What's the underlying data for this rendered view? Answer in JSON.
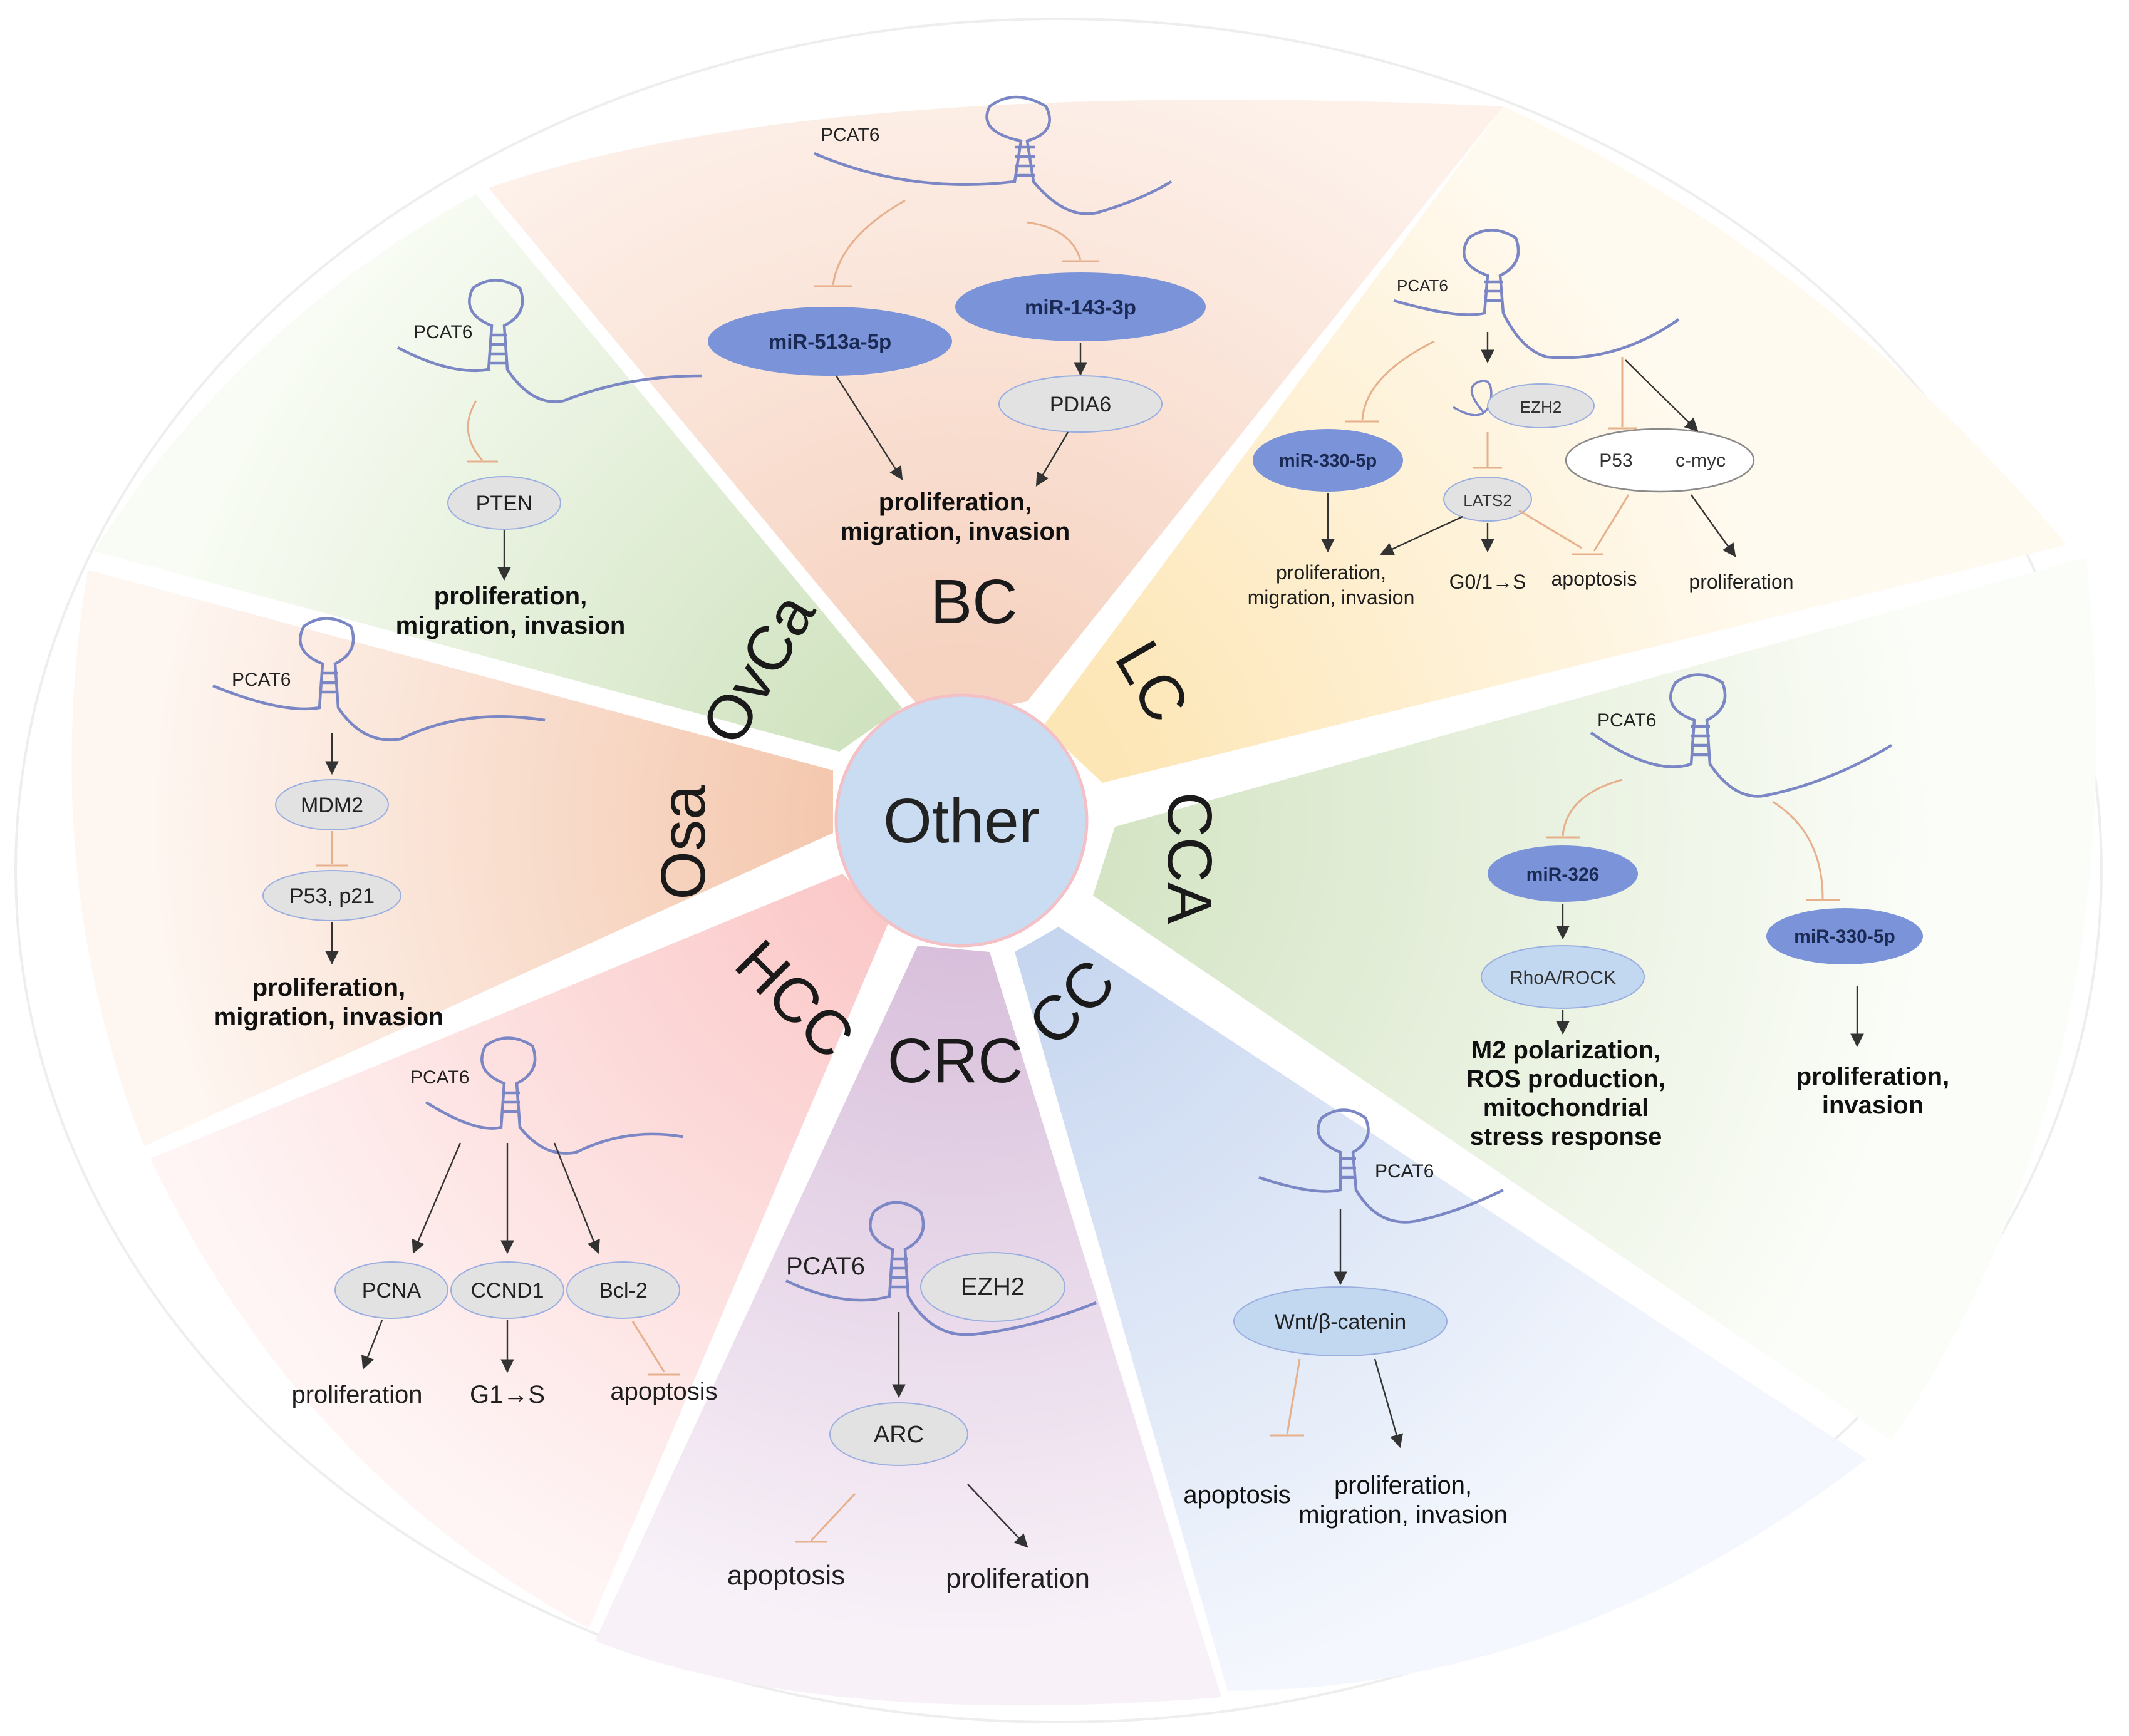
{
  "diagram": {
    "center_label": "Other",
    "colors": {
      "BC": "#f6d8c8",
      "LC": "#fde8bf",
      "CCA": "#dbe8cf",
      "CC": "#c9d7ee",
      "CRC": "#ddc7df",
      "HCC": "#fbcfcf",
      "Osa": "#f5cdb6",
      "OvCa": "#d5e6c6",
      "node_dark": "#7b93d8",
      "node_grey": "#e2e2e2",
      "inhibit": "#e6b08c",
      "rna": "#7b86c4"
    },
    "sectors": {
      "BC": {
        "region": "BC",
        "lncrna": "PCAT6",
        "nodes": {
          "mir513": "miR-513a-5p",
          "mir143": "miR-143-3p",
          "pdia6": "PDIA6"
        },
        "outcomes": [
          "proliferation,",
          "migration, invasion"
        ]
      },
      "LC": {
        "region": "LC",
        "lncrna": "PCAT6",
        "nodes": {
          "mir330": "miR-330-5p",
          "ezh2": "EZH2",
          "lats2": "LATS2",
          "p53": "P53",
          "cmyc": "c-myc"
        },
        "outcomes": {
          "prolif_a": "proliferation,",
          "prolif_b": "migration, invasion",
          "cell_cycle": "G0/1→S",
          "apoptosis": "apoptosis",
          "proliferation": "proliferation"
        }
      },
      "CCA": {
        "region": "CCA",
        "lncrna": "PCAT6",
        "nodes": {
          "mir326": "miR-326",
          "rhoa": "RhoA/ROCK",
          "mir330": "miR-330-5p"
        },
        "outcomes": {
          "left": [
            "M2 polarization,",
            "ROS production,",
            "mitochondrial",
            "stress  response"
          ],
          "right": [
            "proliferation,",
            "invasion"
          ]
        }
      },
      "CC": {
        "region": "CC",
        "lncrna": "PCAT6",
        "nodes": {
          "wnt": "Wnt/β-catenin"
        },
        "outcomes": {
          "apoptosis": "apoptosis",
          "prolif": [
            "proliferation,",
            "migration, invasion"
          ]
        }
      },
      "CRC": {
        "region": "CRC",
        "lncrna": "PCAT6",
        "nodes": {
          "ezh2": "EZH2",
          "arc": "ARC"
        },
        "outcomes": {
          "apoptosis": "apoptosis",
          "proliferation": "proliferation"
        }
      },
      "HCC": {
        "region": "HCC",
        "lncrna": "PCAT6",
        "nodes": {
          "pcna": "PCNA",
          "ccnd1": "CCND1",
          "bcl2": "Bcl-2"
        },
        "outcomes": {
          "proliferation": "proliferation",
          "cell_cycle": "G1→S",
          "apoptosis": "apoptosis"
        }
      },
      "Osa": {
        "region": "Osa",
        "lncrna": "PCAT6",
        "nodes": {
          "mdm2": "MDM2",
          "p53": "P53, p21"
        },
        "outcomes": [
          "proliferation,",
          "migration, invasion"
        ]
      },
      "OvCa": {
        "region": "OvCa",
        "lncrna": "PCAT6",
        "nodes": {
          "pten": "PTEN"
        },
        "outcomes": [
          "proliferation,",
          "migration, invasion"
        ]
      }
    }
  }
}
